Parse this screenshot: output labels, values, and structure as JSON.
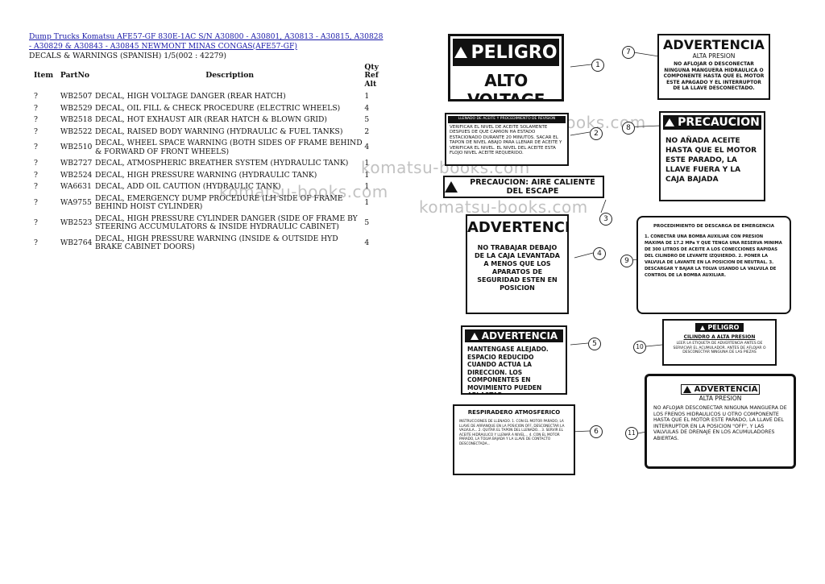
{
  "header": {
    "link_text": "Dump Trucks Komatsu AFE57-GF 830E-1AC S/N A30800 - A30801, A30813 - A30815, A30828 - A30829 & A30843 - A30845 NEWMONT MINAS CONGAS(AFE57-GF)",
    "subtitle": "DECALS & WARNINGS (SPANISH) 1/5(002 : 42279)"
  },
  "table": {
    "headers": {
      "item": "Item",
      "partno": "PartNo",
      "description": "Description",
      "qty": "Qty",
      "ref": "Ref",
      "alt": "Alt"
    },
    "rows": [
      {
        "item": "?",
        "partno": "WB2507",
        "description": "DECAL, HIGH VOLTAGE DANGER (REAR HATCH)",
        "qty": "1"
      },
      {
        "item": "?",
        "partno": "WB2529",
        "description": "DECAL, OIL FILL & CHECK PROCEDURE (ELECTRIC WHEELS)",
        "qty": "4"
      },
      {
        "item": "?",
        "partno": "WB2518",
        "description": "DECAL, HOT EXHAUST AIR (REAR HATCH & BLOWN GRID)",
        "qty": "5"
      },
      {
        "item": "?",
        "partno": "WB2522",
        "description": "DECAL, RAISED BODY WARNING (HYDRAULIC & FUEL TANKS)",
        "qty": "2"
      },
      {
        "item": "?",
        "partno": "WB2510",
        "description": "DECAL, WHEEL SPACE WARNING (BOTH SIDES OF FRAME BEHIND & FORWARD OF FRONT WHEELS)",
        "qty": "4"
      },
      {
        "item": "?",
        "partno": "WB2727",
        "description": "DECAL, ATMOSPHERIC BREATHER SYSTEM (HYDRAULIC TANK)",
        "qty": "1"
      },
      {
        "item": "?",
        "partno": "WB2524",
        "description": "DECAL, HIGH PRESSURE WARNING (HYDRAULIC TANK)",
        "qty": "1"
      },
      {
        "item": "?",
        "partno": "WA6631",
        "description": "DECAL, ADD OIL CAUTION (HYDRAULIC TANK)",
        "qty": "1"
      },
      {
        "item": "?",
        "partno": "WA9755",
        "description": "DECAL, EMERGENCY DUMP PROCEDURE (LH SIDE OF FRAME BEHIND HOIST CYLINDER)",
        "qty": "1"
      },
      {
        "item": "?",
        "partno": "WB2523",
        "description": "DECAL, HIGH PRESSURE CYLINDER DANGER (SIDE OF FRAME BY STEERING ACCUMULATORS & INSIDE HYDRAULIC CABINET)",
        "qty": "5"
      },
      {
        "item": "?",
        "partno": "WB2764",
        "description": "DECAL, HIGH PRESSURE WARNING (INSIDE & OUTSIDE HYD BRAKE CABINET DOORS)",
        "qty": "4"
      }
    ]
  },
  "watermark": "komatsu-books.com",
  "diagram": {
    "d1": {
      "title": "PELIGRO",
      "body": "ALTO VOLTAGE"
    },
    "d2": {
      "head": "LLENADO DE ACEITE Y PROCEDIMIENTO DE REVISION",
      "body": "VERIFICAR EL NIVEL DE ACEITE SOLAMENTE DESPUES DE QUE CAMION HA ESTADO ESTACIONADO DURANTE 20 MINUTOS. SACAR EL TAPON DE NIVEL ABAJO PARA LLENAR DE ACEITE Y VERIFICAR EL NIVEL. EL NIVEL DEL ACEITE ESTA FLOJO NIVEL ACEITE REQUERIDO."
    },
    "d3": {
      "body": "PRECAUCION: AIRE CALIENTE DEL ESCAPE"
    },
    "d4": {
      "title": "ADVERTENCIA",
      "body": "NO TRABAJAR DEBAJO DE LA CAJA LEVANTADA A MENOS QUE LOS APARATOS DE SEGURIDAD ESTEN EN POSICION"
    },
    "d5": {
      "title": "ADVERTENCIA",
      "body": "MANTENGASE ALEJADO. ESPACIO REDUCIDO CUANDO ACTUA LA DIRECCION. LOS COMPONENTES EN MOVIMIENTO PUEDEN APLASTAR."
    },
    "d6": {
      "title": "RESPIRADERO ATMOSFERICO",
      "body": "INSTRUCCIONES DE LLENADO. 1. CON EL MOTOR PARADO, LA LLAVE DE ARRANQUE EN LA POSICION OFF, DESCONECTAR LA VALVULA... 2. QUITAR EL TAPON DEL LLENADO... 3. SERVIR EL ACEITE HIDRAULICO Y LLENAR A NIVEL... 4. CON EL MOTOR PARADO, LA TOLVA BAJADA Y LA LLAVE DE CONTACTO DESCONECTADA..."
    },
    "d7": {
      "title": "ADVERTENCIA",
      "sub": "ALTA PRESION",
      "body": "NO AFLOJAR O DESCONECTAR NINGUNA MANGUERA HIDRAULICA O COMPONENTE HASTA QUE EL MOTOR ESTE APAGADO Y EL INTERRUPTOR DE LA LLAVE DESCONECTADO."
    },
    "d8": {
      "title": "PRECAUCION",
      "body": "NO AÑADA ACEITE HASTA QUE EL MOTOR ESTE PARADO, LA LLAVE FUERA Y LA CAJA BAJADA"
    },
    "d9": {
      "title": "PROCEDIMIENTO DE DESCARGA DE EMERGENCIA",
      "body": "1. CONECTAR UNA BOMBA AUXILIAR CON PRESION MAXIMA DE 17.2 MPa Y QUE TENGA UNA RESERVA MINIMA DE 300 LITROS DE ACEITE A LOS CONECCIONES RAPIDAS DEL CILINDRO DE LEVANTE IZQUIERDO. 2. PONER LA VALVULA DE LAVANTE EN LA POSICION DE NEUTRAL. 3. DESCARGAR Y BAJAR LA TOLVA USANDO LA VALVULA DE CONTROL DE LA BOMBA AUXILIAR."
    },
    "d10": {
      "title": "PELIGRO",
      "sub": "CILINDRO A ALTA PRESION",
      "body": "LEER LA ETIQUETA DE ADVERTENCIA ANTES DE SERVICIAR EL ACUMULADOR. ANTES DE AFLOJAR O DESCONECTAR NINGUNA DE LAS PIEZAS"
    },
    "d11": {
      "title": "ADVERTENCIA",
      "sub": "ALTA PRESION",
      "body": "NO AFLOJAR DESCONECTAR NINGUNA MANGUERA DE LOS FRENOS HIDRAULICOS U OTRO COMPONENTE HASTA QUE EL MOTOR ESTE PARADO, LA LLAVE DEL INTERRUPTOR EN LA POSICION \"OFF\", Y LAS VALVULAS DE DRENAJE EN LOS ACUMULADORES ABIERTAS."
    },
    "callouts": [
      "1",
      "2",
      "3",
      "4",
      "5",
      "6",
      "7",
      "8",
      "9",
      "10",
      "11"
    ]
  }
}
